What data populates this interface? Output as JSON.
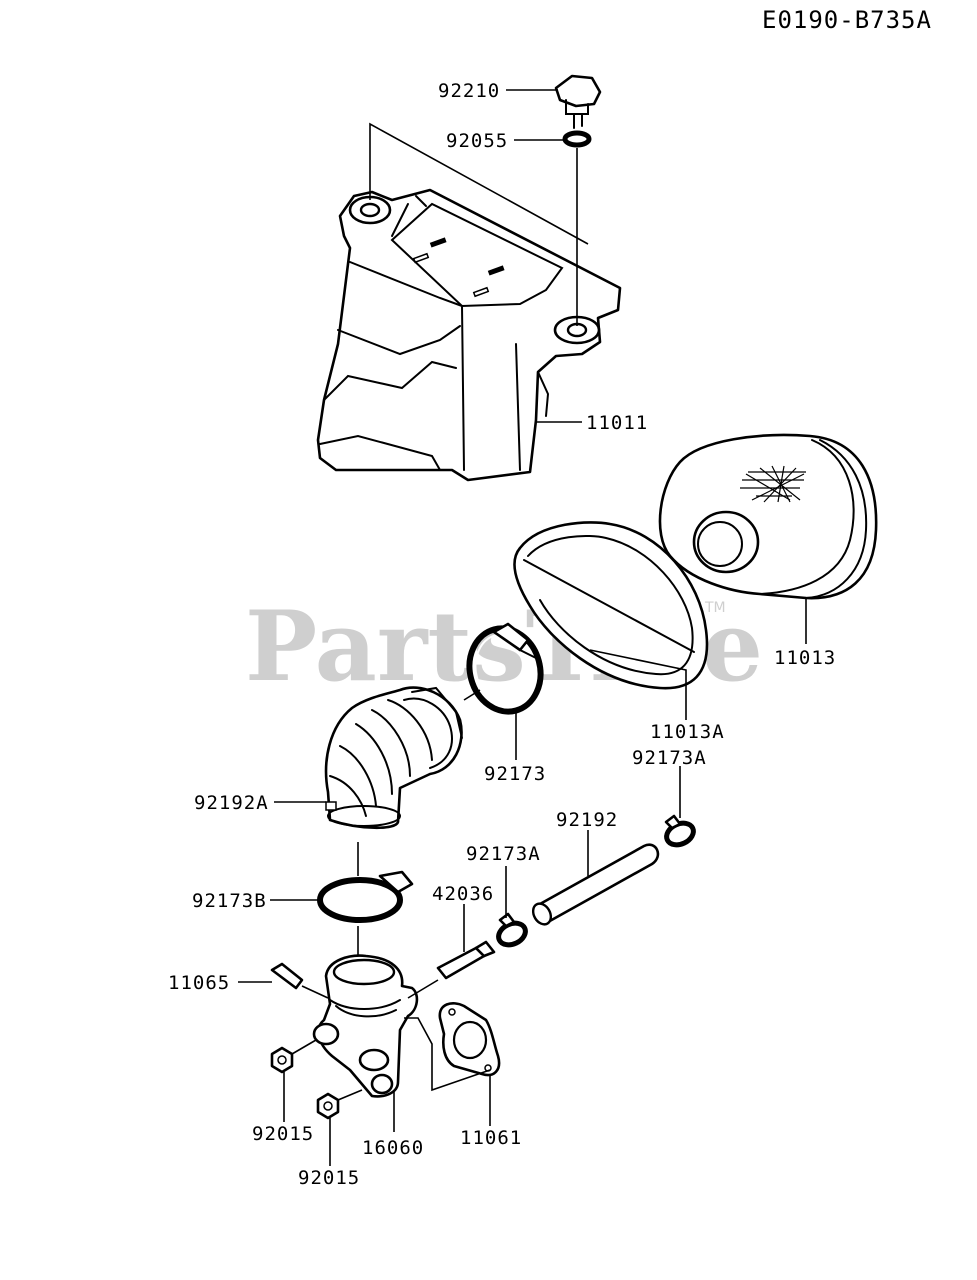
{
  "diagram_code": "E0190-B735A",
  "watermark": "PartsTree",
  "watermark_tm": "TM",
  "parts": {
    "p92210": "92210",
    "p92055": "92055",
    "p11011": "11011",
    "p11013": "11013",
    "p11013A": "11013A",
    "p92173": "92173",
    "p92173A_top": "92173A",
    "p92192A": "92192A",
    "p92192": "92192",
    "p92173A_mid": "92173A",
    "p42036": "42036",
    "p92173B": "92173B",
    "p11065": "11065",
    "p92015_a": "92015",
    "p92015_b": "92015",
    "p16060": "16060",
    "p11061": "11061"
  }
}
